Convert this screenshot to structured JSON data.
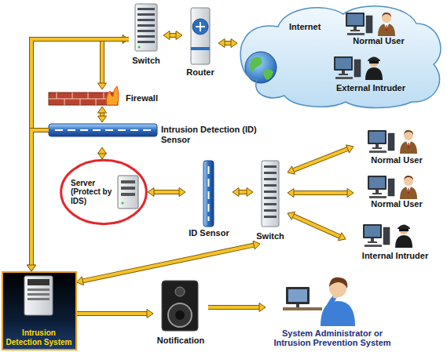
{
  "diagram": {
    "nodes": [
      {
        "text": [
          "Switch"
        ]
      },
      {
        "text": [
          "Router"
        ]
      },
      {
        "text": [
          "Internet"
        ]
      },
      {
        "text": [
          "Normal User"
        ],
        "in": 2
      },
      {
        "text": [
          "External Intruder"
        ],
        "in": 2
      },
      {
        "text": [
          "Firewall"
        ]
      },
      {
        "text": [
          "Intrusion Detection (ID) Sensor"
        ]
      },
      {
        "text": [
          "Server (Protect by IDS)"
        ]
      },
      {
        "text": [
          "ID Sensor"
        ]
      },
      {
        "text": [
          "Switch"
        ]
      },
      {
        "text": [
          "Normal User"
        ]
      },
      {
        "text": [
          "Normal User"
        ]
      },
      {
        "text": [
          "Internal Intruder"
        ]
      },
      {
        "text": [
          "Intrusion Detection System"
        ]
      },
      {
        "text": [
          "Notification"
        ]
      },
      {
        "text": [
          "System Administrator or Intrusion Prevention System"
        ]
      }
    ],
    "edges": [
      {
        "from": 0,
        "to": 1,
        "arrow": "both"
      },
      {
        "from": 1,
        "to": 2,
        "arrow": "both"
      },
      {
        "from": 0,
        "to": 5,
        "arrow": "both"
      },
      {
        "from": 0,
        "to": 13,
        "arrow": "to"
      },
      {
        "from": 5,
        "to": 6,
        "arrow": "both"
      },
      {
        "from": 6,
        "to": 13,
        "arrow": "to"
      },
      {
        "from": 6,
        "to": 7,
        "arrow": "both"
      },
      {
        "from": 7,
        "to": 8,
        "arrow": "both"
      },
      {
        "from": 8,
        "to": 9,
        "arrow": "both"
      },
      {
        "from": 9,
        "to": 10,
        "arrow": "both"
      },
      {
        "from": 9,
        "to": 11,
        "arrow": "both"
      },
      {
        "from": 9,
        "to": 12,
        "arrow": "both"
      },
      {
        "from": 9,
        "to": 13,
        "arrow": "both"
      },
      {
        "from": 13,
        "to": 14,
        "arrow": "to"
      },
      {
        "from": 14,
        "to": 15,
        "arrow": "to"
      }
    ]
  }
}
